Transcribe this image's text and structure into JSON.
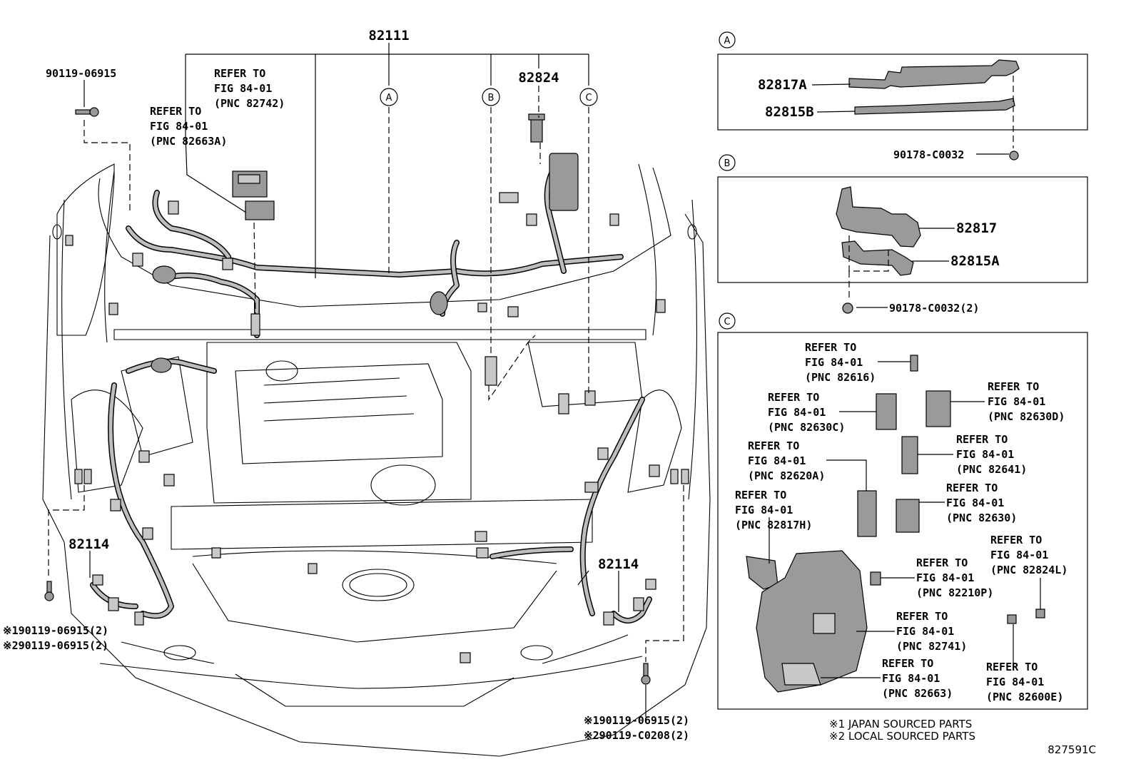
{
  "main": {
    "harness_top": "82111",
    "part_82824": "82824",
    "clip_top_left": "90119-06915",
    "callout_a": "A",
    "callout_b": "B",
    "callout_c": "C",
    "ref_82742": {
      "l1": "REFER TO",
      "l2": "FIG 84-01",
      "l3": "(PNC 82742)"
    },
    "ref_82663a": {
      "l1": "REFER TO",
      "l2": "FIG 84-01",
      "l3": "(PNC 82663A)"
    },
    "left_82114": "82114",
    "right_82114": "82114",
    "note_left_1": "※190119-06915(2)",
    "note_left_2": "※290119-06915(2)",
    "note_right_1": "※190119-06915(2)",
    "note_right_2": "※290119-C0208(2)"
  },
  "panel_a": {
    "label": "A",
    "part1": "82817A",
    "part2": "82815B",
    "clip": "90178-C0032"
  },
  "panel_b": {
    "label": "B",
    "part1": "82817",
    "part2": "82815A",
    "clip": "90178-C0032(2)"
  },
  "panel_c": {
    "label": "C",
    "refs": [
      {
        "l1": "REFER TO",
        "l2": "FIG 84-01",
        "l3": "(PNC 82616)"
      },
      {
        "l1": "REFER TO",
        "l2": "FIG 84-01",
        "l3": "(PNC 82630C)"
      },
      {
        "l1": "REFER TO",
        "l2": "FIG 84-01",
        "l3": "(PNC 82630D)"
      },
      {
        "l1": "REFER TO",
        "l2": "FIG 84-01",
        "l3": "(PNC 82620A)"
      },
      {
        "l1": "REFER TO",
        "l2": "FIG 84-01",
        "l3": "(PNC 82641)"
      },
      {
        "l1": "REFER TO",
        "l2": "FIG 84-01",
        "l3": "(PNC 82817H)"
      },
      {
        "l1": "REFER TO",
        "l2": "FIG 84-01",
        "l3": "(PNC 82630)"
      },
      {
        "l1": "REFER TO",
        "l2": "FIG 84-01",
        "l3": "(PNC 82824L)"
      },
      {
        "l1": "REFER TO",
        "l2": "FIG 84-01",
        "l3": "(PNC 82210P)"
      },
      {
        "l1": "REFER TO",
        "l2": "FIG 84-01",
        "l3": "(PNC 82741)"
      },
      {
        "l1": "REFER TO",
        "l2": "FIG 84-01",
        "l3": "(PNC 82663)"
      },
      {
        "l1": "REFER TO",
        "l2": "FIG 84-01",
        "l3": "(PNC 82600E)"
      }
    ]
  },
  "legend": {
    "line1": "※1 JAPAN SOURCED PARTS",
    "line2": "※2 LOCAL SOURCED PARTS"
  },
  "figure_id": "827591C"
}
